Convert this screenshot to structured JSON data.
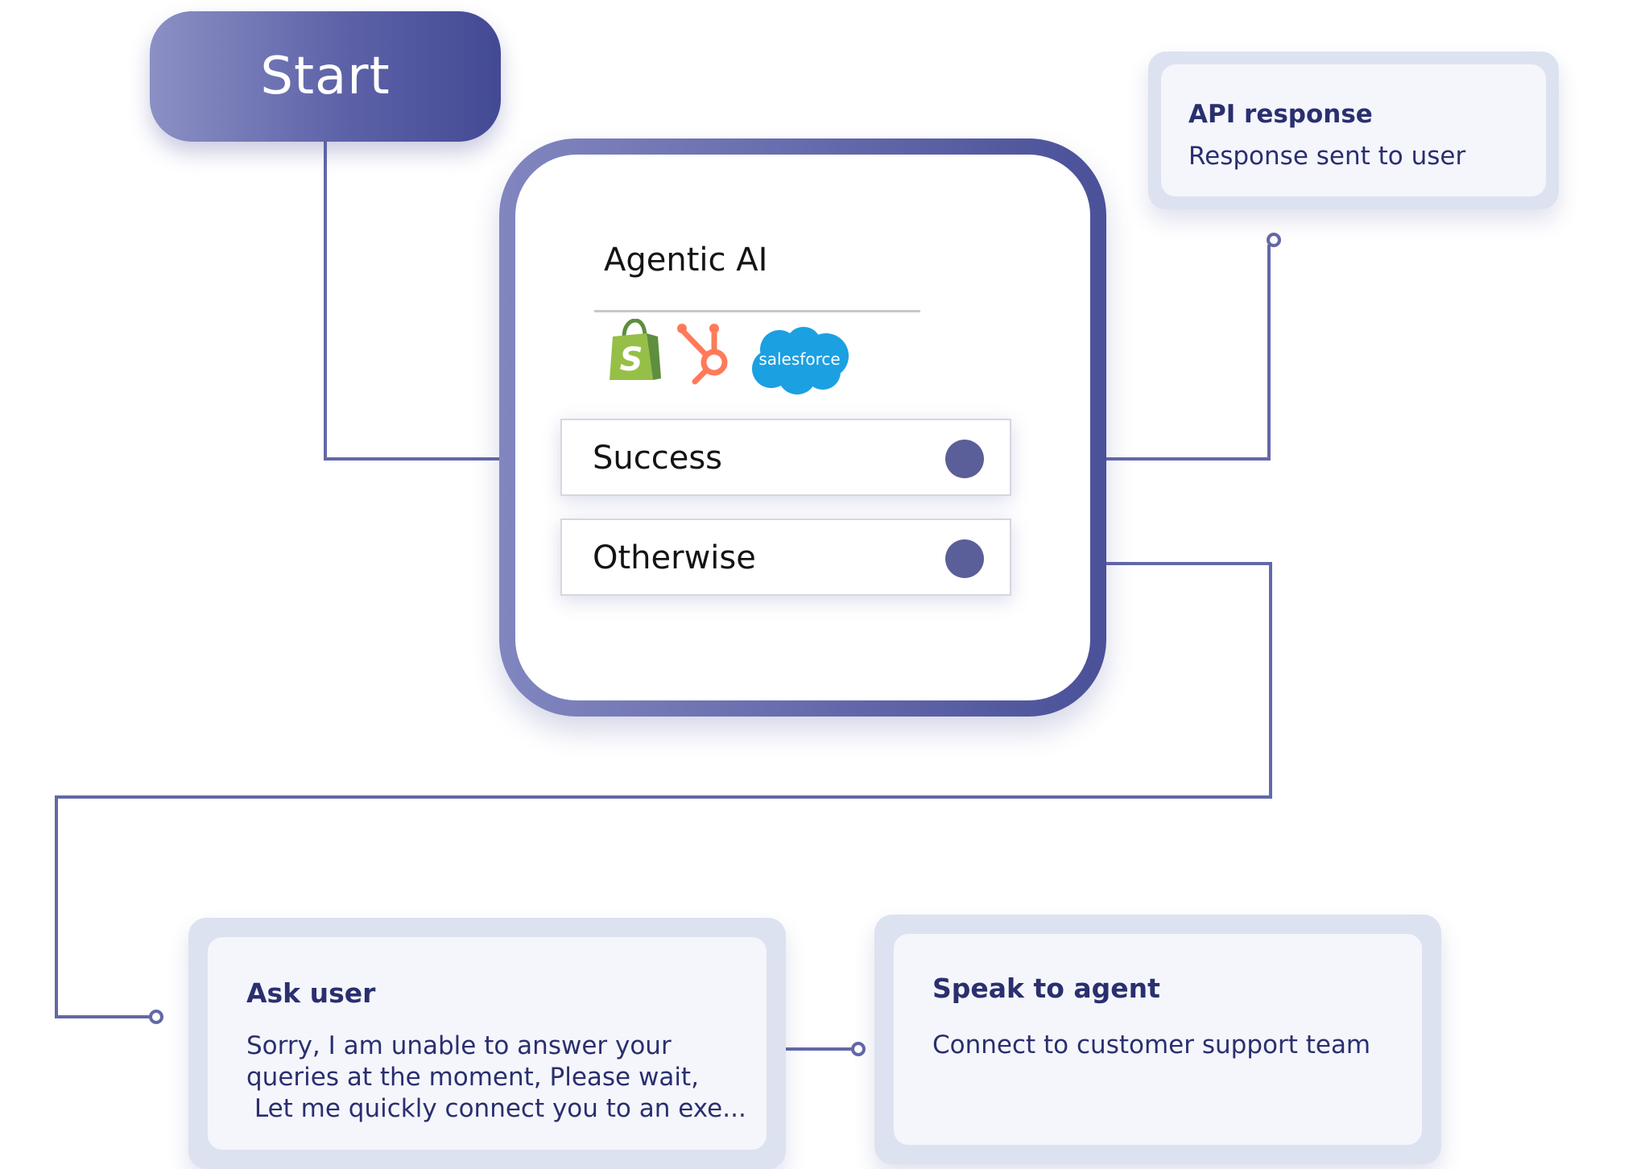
{
  "start": {
    "label": "Start"
  },
  "agent": {
    "title": "Agentic AI",
    "integrations": [
      "shopify-logo",
      "hubspot-logo",
      "salesforce-logo"
    ],
    "salesforce_wordmark": "salesforce",
    "outcomes": [
      {
        "label": "Success"
      },
      {
        "label": "Otherwise"
      }
    ]
  },
  "api_response": {
    "title": "API response",
    "text": "Response sent to user"
  },
  "ask_user": {
    "title": "Ask user",
    "lines": [
      "Sorry, I am unable to answer your",
      "queries at the moment, Please wait,",
      " Let me quickly connect you to an exe..."
    ]
  },
  "speak_to_agent": {
    "title": "Speak to agent",
    "text": "Connect to customer support team"
  },
  "colors": {
    "connector": "#6368a8",
    "accent_dark": "#2a2f6e",
    "start_gradient": [
      "#8b90c4",
      "#434a94"
    ],
    "shopify": "#95bf47",
    "hubspot": "#ff7a59",
    "salesforce": "#1ba0e2"
  }
}
